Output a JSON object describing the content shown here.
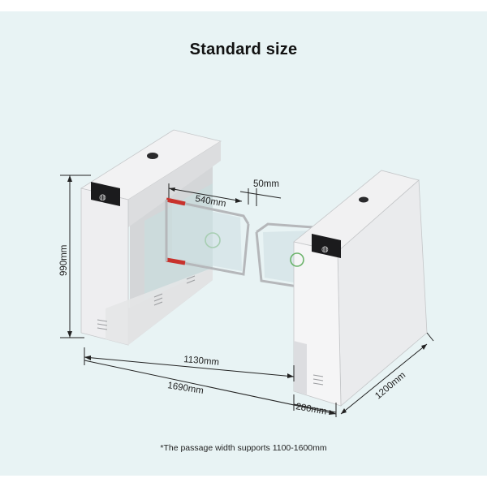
{
  "title": "Standard size",
  "footnote": "*The passage width supports 1100-1600mm",
  "dimensions": {
    "height": "990mm",
    "arm_length": "540mm",
    "arm_gap": "50mm",
    "passage_width": "1130mm",
    "total_width": "1690mm",
    "cabinet_width": "280mm",
    "cabinet_length": "1200mm"
  },
  "colors": {
    "background": "#e8f3f4",
    "cabinet_light": "#f4f4f5",
    "cabinet_mid": "#d9dadc",
    "cabinet_dark": "#b9bbbe",
    "reader_panel": "#1b1b1d",
    "arm_red": "#c8322c",
    "glass": "#cfe0e2",
    "dim_line": "#222222"
  },
  "icons": {
    "reader": "contactless-card-icon",
    "status": "passage-ok-icon"
  }
}
